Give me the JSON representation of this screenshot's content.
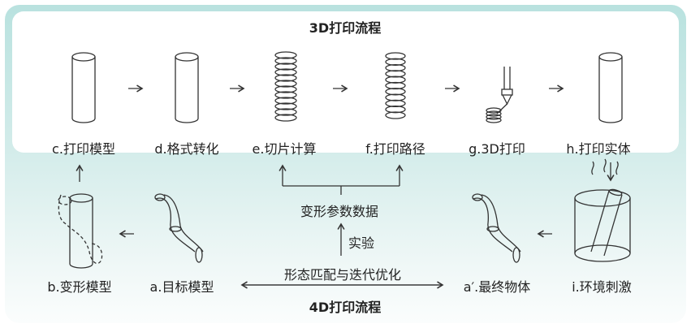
{
  "top_section": {
    "title": "3D打印流程",
    "steps": [
      "c.打印模型",
      "d.格式转化",
      "e.切片计算",
      "f.打印路径",
      "g.3D打印",
      "h.打印实体"
    ]
  },
  "bottom_section": {
    "title": "4D打印流程",
    "steps": [
      "b.变形模型",
      "a.目标模型",
      "a′.最终物体",
      "i.环境刺激"
    ],
    "deformation_data": "变形参数数据",
    "experiment": "实验",
    "matching": "形态匹配与迭代优化"
  },
  "colors": {
    "accent": "#b9e2df",
    "line": "#333333"
  }
}
